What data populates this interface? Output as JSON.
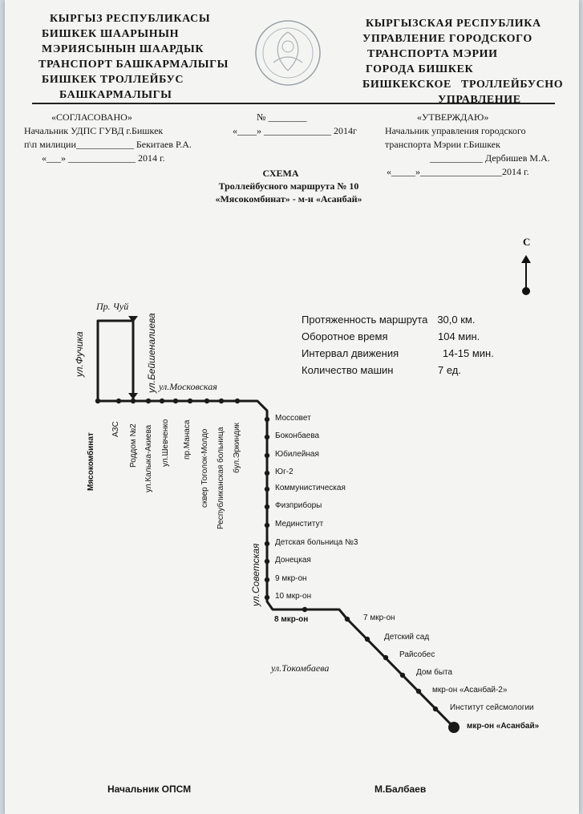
{
  "header": {
    "left_lines": [
      "КЫРГЫЗ РЕСПУБЛИКАСЫ",
      "БИШКЕК ШААРЫНЫН",
      "МЭРИЯСЫНЫН ШААРДЫК",
      "ТРАНСПОРТ БАШКАРМАЛЫГЫ",
      "БИШКЕК ТРОЛЛЕЙБУС",
      "БАШКАРМАЛЫГЫ"
    ],
    "right_lines": [
      "КЫРГЫЗСКАЯ РЕСПУБЛИКА",
      "УПРАВЛЕНИЕ ГОРОДСКОГО",
      "ТРАНСПОРТА МЭРИИ",
      "ГОРОДА БИШКЕК",
      "БИШКЕКСКОЕ ТРОЛЛЕЙБУСНО",
      "УПРАВЛЕНИЕ"
    ],
    "seal_icon": "state-emblem-icon"
  },
  "approval": {
    "left": [
      "«СОГЛАСОВАНО»",
      "Начальник УДПС ГУВД г.Бишкек",
      "п\\п милиции____________ Бекитаев Р.А.",
      "«___» ______________ 2014 г."
    ],
    "middle": [
      "№ ________",
      "«____» ______________ 2014г"
    ],
    "right": [
      "«УТВЕРЖДАЮ»",
      "Начальник управления городского",
      "транспорта Мэрии г.Бишкек",
      "___________ Дербишев М.А.",
      "«_____»_________________2014 г."
    ]
  },
  "title": {
    "line1": "СХЕМА",
    "line2": "Троллейбусного маршрута № 10",
    "line3": "«Мясокомбинат» - м-н «Асанбай»"
  },
  "compass": {
    "label": "С",
    "icon": "north-arrow-icon"
  },
  "info": [
    {
      "label": "Протяженность маршрута",
      "value": "30,0 км."
    },
    {
      "label": "Оборотное время",
      "value": "104 мин."
    },
    {
      "label": "Интервал движения",
      "value": "14-15 мин."
    },
    {
      "label": "Количество машин",
      "value": "7 ед."
    }
  ],
  "streets": {
    "chuy": "Пр. Чуй",
    "fuchik": "ул.Фучика",
    "beishenalieva": "ул.Бейшеналиева",
    "moskovskaya": "ул.Московская",
    "sovetskaya": "ул.Советская",
    "tokombaeva": "ул.Токомбаева"
  },
  "stops_west": [
    "Мясокомбинат",
    "АЗС",
    "Роддом №2",
    "ул.Калыка-Акиева",
    "ул.Шевченко",
    "пр.Манаса",
    "сквер Тоголок-Молдо",
    "Республиканская больница",
    "бул.Эркиндик"
  ],
  "stops_south": [
    "Моссовет",
    "Боконбаева",
    "Юбилейная",
    "Юг-2",
    "Коммунистическая",
    "Физприборы",
    "Мединститут",
    "Детская больница №3",
    "Донецкая",
    "9 мкр-он",
    "10 мкр-он"
  ],
  "stop_8mkr": "8 мкр-он",
  "stops_diag": [
    "7 мкр-он",
    "Детский сад",
    "Райсобес",
    "Дом быта",
    "мкр-он «Асанбай-2»",
    "Институт сейсмологии",
    "мкр-он «Асанбай»"
  ],
  "footer": {
    "left": "Начальник ОПСМ",
    "right": "М.Балбаев"
  }
}
